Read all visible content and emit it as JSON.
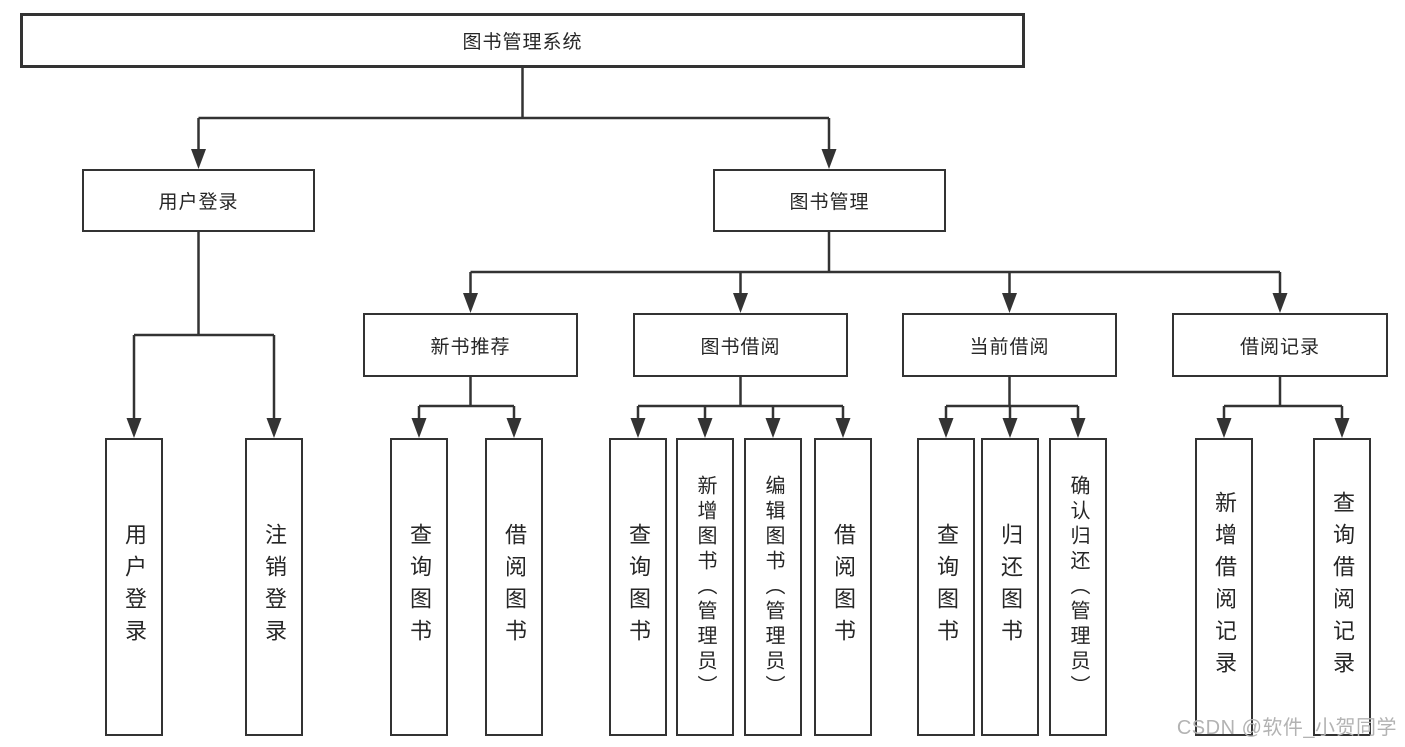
{
  "diagram": {
    "root": {
      "label": "图书管理系统"
    },
    "level2": [
      {
        "label": "用户登录"
      },
      {
        "label": "图书管理"
      }
    ],
    "level3": [
      {
        "label": "新书推荐"
      },
      {
        "label": "图书借阅"
      },
      {
        "label": "当前借阅"
      },
      {
        "label": "借阅记录"
      }
    ],
    "leaves": [
      {
        "label": "用户登录"
      },
      {
        "label": "注销登录"
      },
      {
        "label": "查询图书"
      },
      {
        "label": "借阅图书"
      },
      {
        "label": "查询图书"
      },
      {
        "label": "新增图书（管理员）"
      },
      {
        "label": "编辑图书（管理员）"
      },
      {
        "label": "借阅图书"
      },
      {
        "label": "查询图书"
      },
      {
        "label": "归还图书"
      },
      {
        "label": "确认归还（管理员）"
      },
      {
        "label": "新增借阅记录"
      },
      {
        "label": "查询借阅记录"
      }
    ],
    "colors": {
      "line": "#333333",
      "text": "#262626",
      "box_background": "#ffffff",
      "watermark": "#b3b3b3"
    }
  },
  "watermark": {
    "text": "CSDN @软件_小贺同学"
  }
}
